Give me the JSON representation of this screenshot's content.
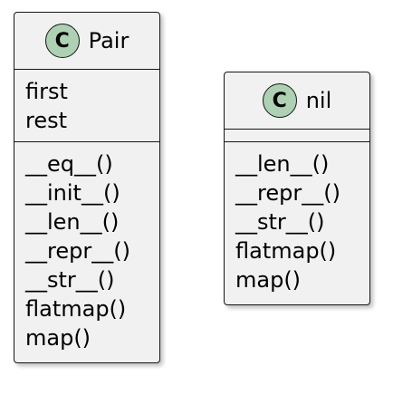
{
  "classes": [
    {
      "name": "Pair",
      "stereotype": "C",
      "fields": [
        "first",
        "rest"
      ],
      "methods": [
        "__eq__()",
        "__init__()",
        "__len__()",
        "__repr__()",
        "__str__()",
        "flatmap()",
        "map()"
      ]
    },
    {
      "name": "nil",
      "stereotype": "C",
      "fields": [],
      "methods": [
        "__len__()",
        "__repr__()",
        "__str__()",
        "flatmap()",
        "map()"
      ]
    }
  ],
  "colors": {
    "class_fill": "#f1f1f1",
    "border": "#181818",
    "stereotype_circle": "#add1b2"
  }
}
